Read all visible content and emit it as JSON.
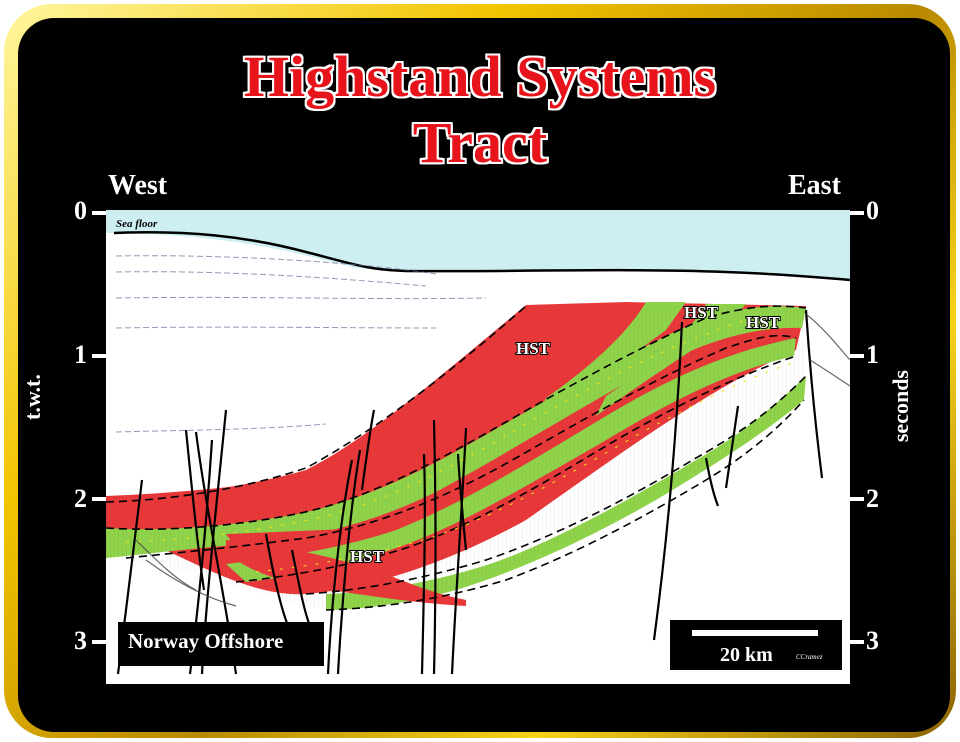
{
  "title_line1": "Highstand Systems",
  "title_line2": "Tract",
  "direction_left": "West",
  "direction_right": "East",
  "left_axis": {
    "label": "t.w.t.",
    "ticks": [
      "0",
      "1",
      "2",
      "3"
    ]
  },
  "right_axis": {
    "label": "seconds",
    "ticks": [
      "0",
      "1",
      "2",
      "3"
    ]
  },
  "section": {
    "sea_floor_label": "Sea floor",
    "hst_labels": [
      "HST",
      "HST",
      "HST",
      "HST"
    ],
    "location_label": "Norway Offshore",
    "scale_label": "20 km",
    "credit": "CCramez"
  },
  "colors": {
    "frame_gold": "#f2c400",
    "background": "#000000",
    "title_red": "#e8141c",
    "water": "#cdeff2",
    "hst_red": "#e8383a",
    "green_layer": "#8fd34a"
  }
}
